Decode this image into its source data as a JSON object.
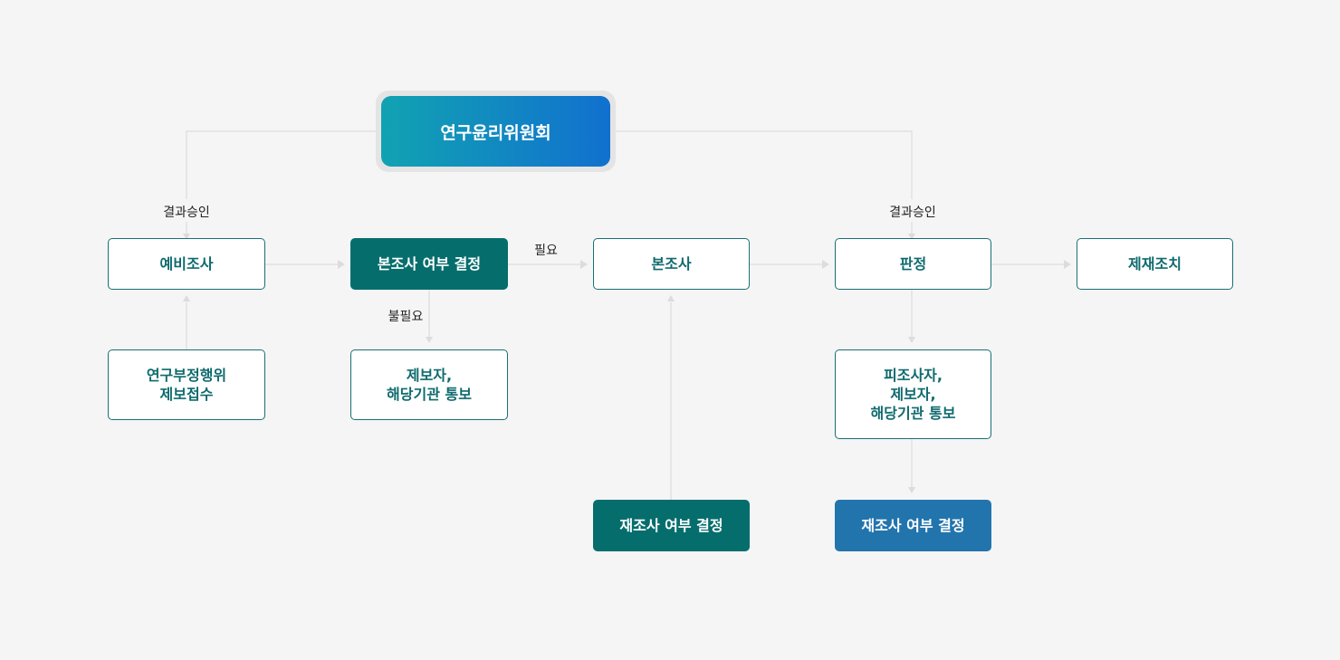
{
  "committee": {
    "label": "연구윤리위원회"
  },
  "boxes": {
    "preliminary": "예비조사",
    "report_receipt": "연구부정행위\n제보접수",
    "main_decision": "본조사 여부 결정",
    "notify_1": "제보자,\n해당기관 통보",
    "main_investigation": "본조사",
    "reinvestigation_1": "재조사 여부 결정",
    "judgment": "판정",
    "notify_2": "피조사자,\n제보자,\n해당기관 통보",
    "reinvestigation_2": "재조사 여부 결정",
    "sanction": "제재조치"
  },
  "labels": {
    "approval_left": "결과승인",
    "approval_right": "결과승인",
    "needed": "필요",
    "not_needed": "불필요"
  },
  "colors": {
    "line": "#d6d6d6",
    "arrow": "#dcdcdc",
    "outline_border": "#1a6f73",
    "teal": "#066d6d",
    "blue": "#2274ad",
    "gradient_start": "#11a3b2",
    "gradient_end": "#1170cf"
  }
}
